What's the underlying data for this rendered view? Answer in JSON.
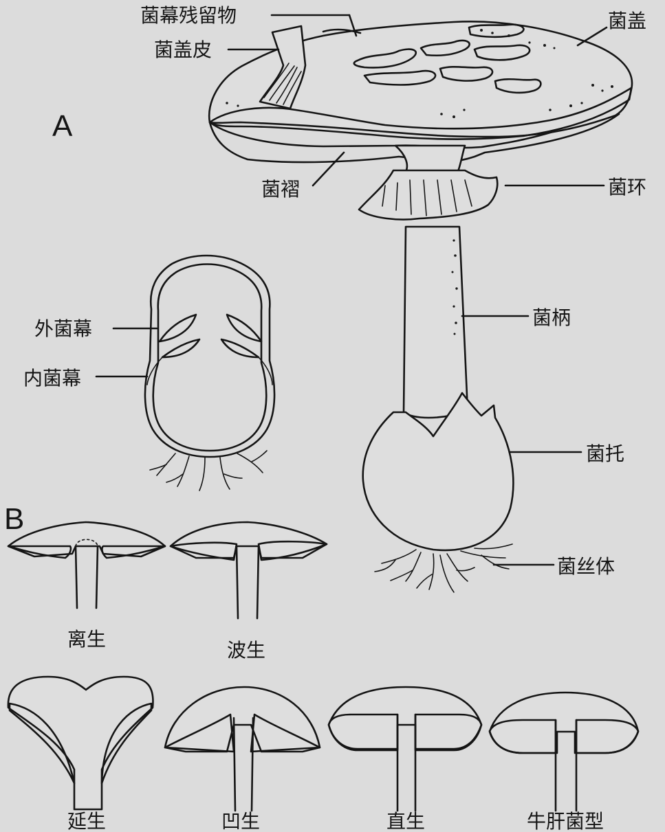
{
  "panel_labels": {
    "a": "A",
    "b": "B"
  },
  "labels": {
    "veil_remnants": "菌幕残留物",
    "cap_skin": "菌盖皮",
    "cap": "菌盖",
    "gills": "菌褶",
    "annulus": "菌环",
    "stipe": "菌柄",
    "volva": "菌托",
    "mycelium": "菌丝体",
    "universal_veil": "外菌幕",
    "partial_veil": "内菌幕"
  },
  "gill_attachment_types": [
    {
      "id": "free",
      "label": "离生"
    },
    {
      "id": "adnexed",
      "label": "波生"
    },
    {
      "id": "decurrent",
      "label": "延生"
    },
    {
      "id": "sinuate",
      "label": "凹生"
    },
    {
      "id": "adnate",
      "label": "直生"
    },
    {
      "id": "boletoid",
      "label": "牛肝菌型"
    }
  ]
}
